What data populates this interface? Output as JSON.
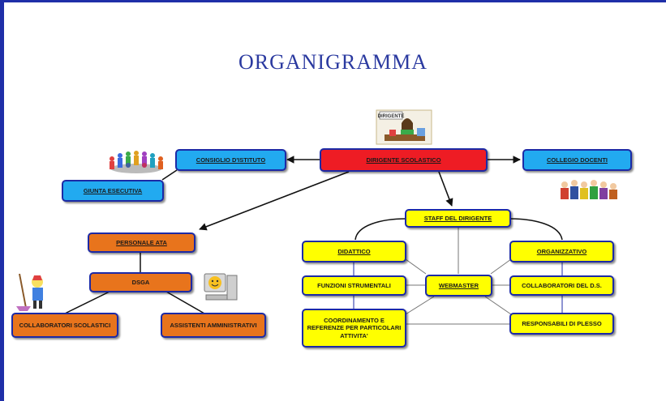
{
  "title": "ORGANIGRAMMA",
  "nodes": {
    "dirigente": "DIRIGENTE SCOLASTICO",
    "consiglio": "CONSIGLIO D'ISTITUTO",
    "collegio": "COLLEGIO DOCENTI",
    "giunta": "GIUNTA ESECUTIVA",
    "staff": "STAFF DEL DIRIGENTE",
    "personale_ata": "PERSONALE ATA",
    "dsga": "DSGA",
    "collaboratori_scolastici": "COLLABORATORI SCOLASTICI",
    "assistenti_amministrativi": "ASSISTENTI AMMINISTRATIVI",
    "didattico": "DIDATTICO",
    "organizzativo": "ORGANIZZATIVO",
    "funzioni_strumentali": "FUNZIONI STRUMENTALI",
    "webmaster": "WEBMASTER",
    "collaboratori_ds": "COLLABORATORI DEL D.S.",
    "coordinamento": "COORDINAMENTO E REFERENZE PER PARTICOLARI ATTIVITA'",
    "responsabili_plesso": "RESPONSABILI DI PLESSO"
  },
  "pictures": {
    "dirigente_sign": "DIRIGENTE"
  },
  "colors": {
    "frame": "#1f2fa8",
    "title": "#2b3aa0",
    "box_border": "#1c2aa6",
    "red": "#ee1c24",
    "blue": "#22aaf0",
    "yellow": "#ffff00",
    "orange": "#e8741c"
  }
}
